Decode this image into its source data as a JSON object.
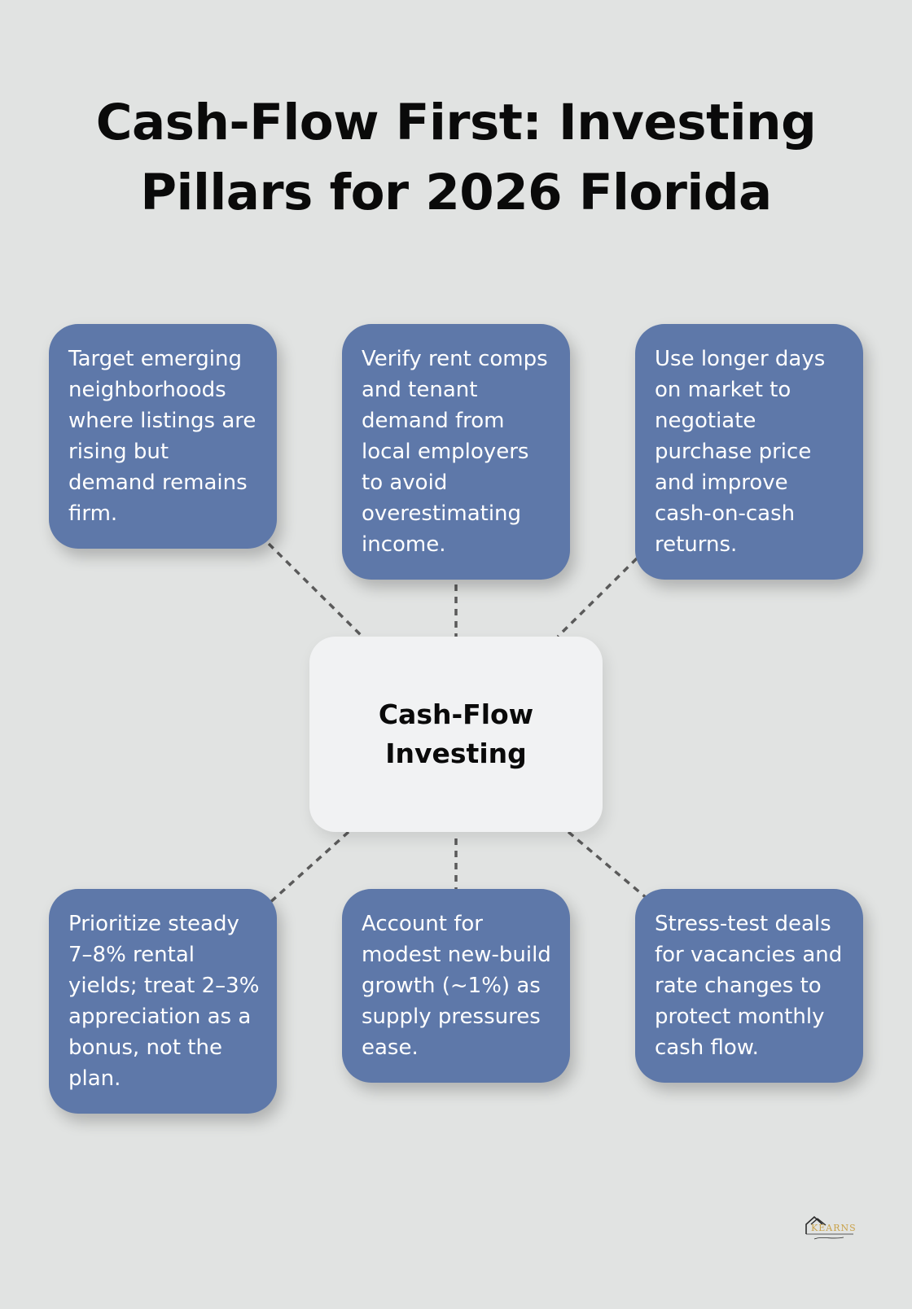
{
  "title": "Cash-Flow First: Investing Pillars for 2026 Florida",
  "center_label": "Cash-Flow Investing",
  "pillars": [
    "Target emerging neighborhoods where listings are rising but demand remains firm.",
    "Verify rent comps and tenant demand from local employers to avoid overestimating income.",
    "Use longer days on market to negotiate purchase price and improve cash-on-cash returns.",
    "Prioritize steady 7–8% rental yields; treat 2–3% appreciation as a bonus, not the plan.",
    "Account for modest new-build growth (~1%) as supply pressures ease.",
    "Stress-test deals for vacancies and rate changes to protect monthly cash flow."
  ],
  "logo": {
    "text": "KEARNS",
    "icon": "house-logo-icon",
    "accent": "#c9a24a"
  },
  "colors": {
    "background": "#e1e3e2",
    "card": "#5e78a9",
    "center": "#f1f2f3",
    "connector": "#5a5a5a"
  }
}
